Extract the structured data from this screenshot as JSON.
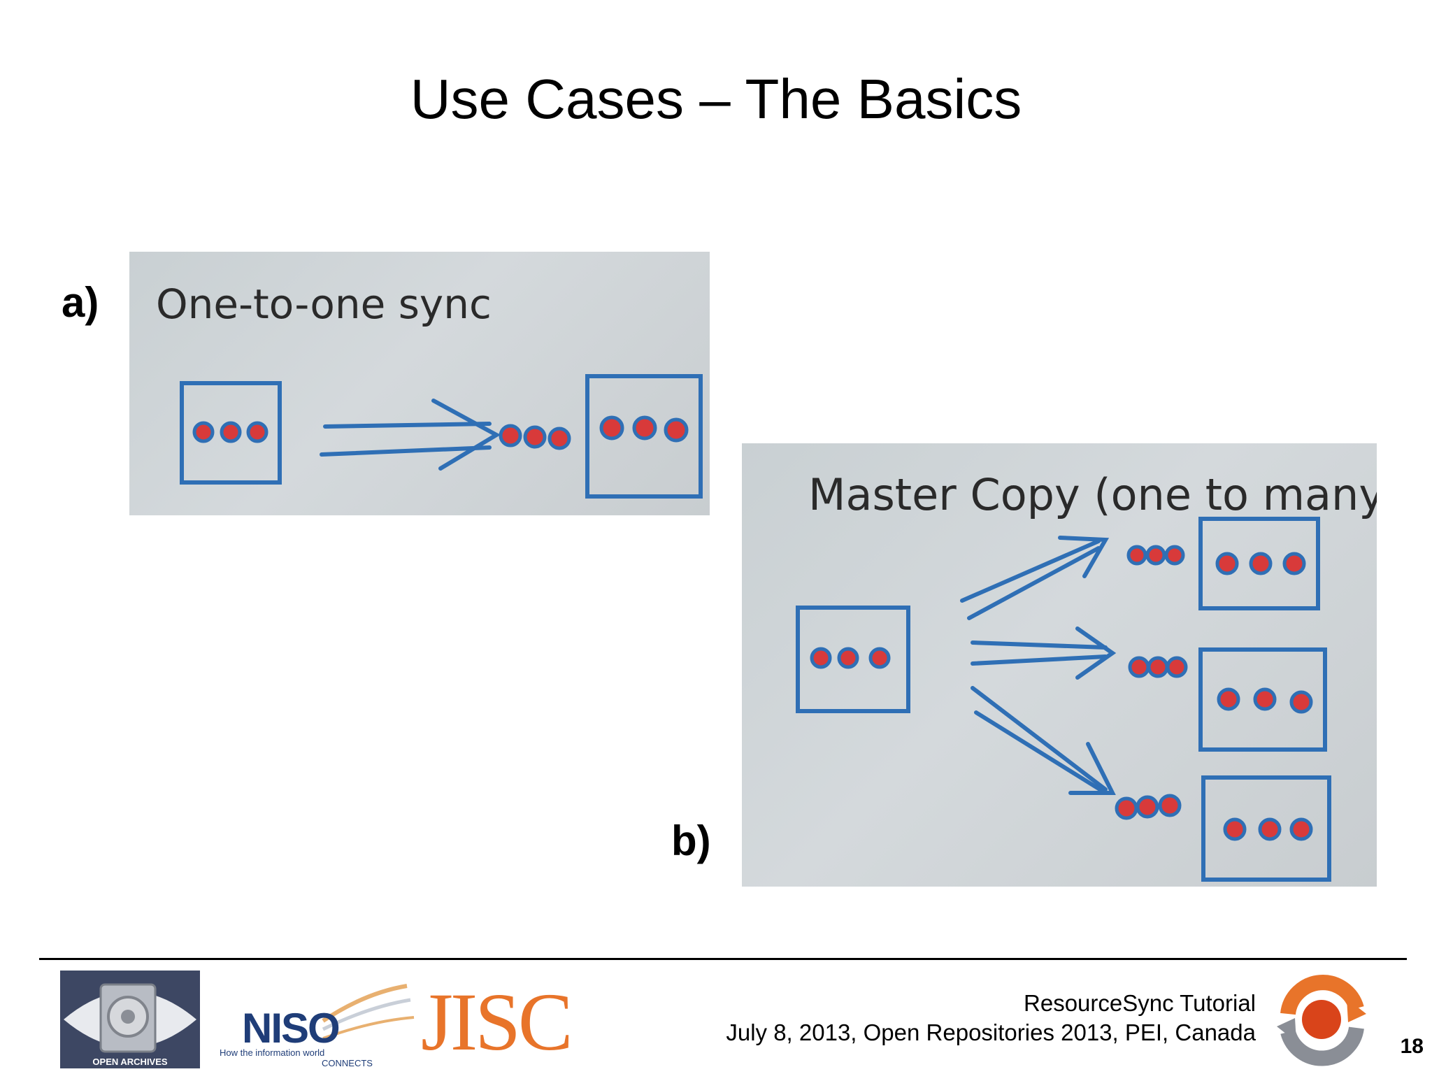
{
  "title": "Use Cases – The Basics",
  "panel_a": {
    "label": "a)",
    "caption": "One-to-one sync"
  },
  "panel_b": {
    "label": "b)",
    "caption": "Master Copy (one to many)"
  },
  "footer": {
    "line1": "ResourceSync Tutorial",
    "line2": "July 8, 2013, Open Repositories 2013, PEI, Canada",
    "slide_number": "18",
    "logos": {
      "oai": "OPEN ARCHIVES",
      "niso": "NISO",
      "niso_tagline_1": "How the information world",
      "niso_tagline_2": "CONNECTS",
      "jisc": "JISC"
    }
  },
  "colors": {
    "marker_blue": "#2f6fb5",
    "dot_red": "#d83a3a",
    "logo_orange": "#e8742a"
  }
}
